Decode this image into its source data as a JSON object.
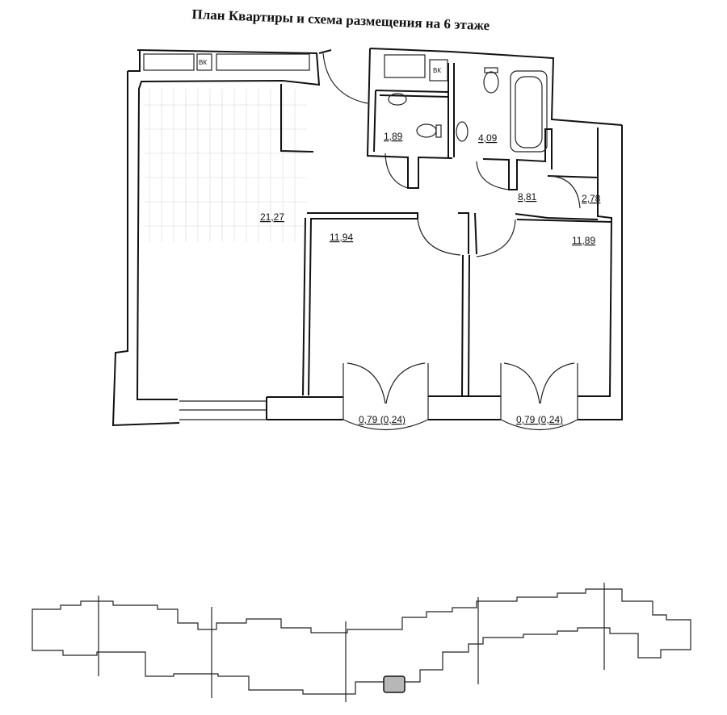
{
  "title": "План Квартиры и схема размещения на 6 этаже",
  "rooms": {
    "living": "21,27",
    "bedroom1": "11,94",
    "bedroom2": "11,89",
    "hall": "8,81",
    "closet": "2,78",
    "wc": "1,89",
    "bath": "4,09",
    "balcony1": "0,79 (0,24)",
    "balcony2": "0,79 (0,24)"
  },
  "vent_labels": [
    "ВК",
    "ВК"
  ],
  "colors": {
    "line": "#111111",
    "marker": "#b7b7b7"
  }
}
